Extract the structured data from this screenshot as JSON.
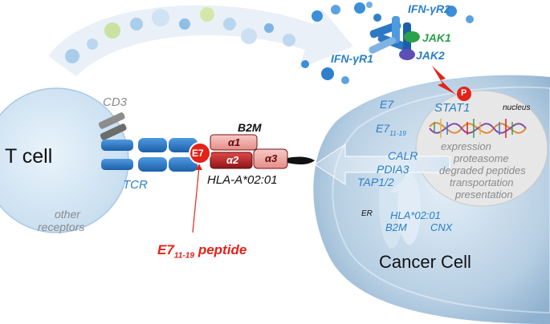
{
  "colors": {
    "blue_text": "#2a7fc8",
    "green_text": "#2aa14a",
    "red_text": "#e2231a",
    "grey_text": "#8a8a8a",
    "tcell_fill": "#d6e9f6",
    "cancer_fill": "#bcd4e6",
    "nucleus_fill": "#e5e5e5",
    "hla_red": "#c0262b",
    "tcr_blue": "#2c78c4"
  },
  "icons": [
    "dna-helix-icon",
    "lightning-bolt-icon",
    "phosphate-p-icon"
  ],
  "labels": {
    "t_cell": "T cell",
    "cd3": "CD3",
    "tcr": "TCR",
    "other_receptors_1": "other",
    "other_receptors_2": "receptors",
    "e7_badge": "E7",
    "b2m_top": "B2M",
    "alpha1": "α1",
    "alpha2": "α2",
    "alpha3": "α3",
    "hla_a": "HLA-A*02:01",
    "peptide_main": "E7",
    "peptide_sub": "11-19",
    "peptide_tail": " peptide",
    "ifn_r2": "IFN-γR2",
    "ifn_r1": "IFN-γR1",
    "jak1": "JAK1",
    "jak2": "JAK2",
    "p_badge": "P",
    "stat1": "STAT1",
    "nucleus": "nucleus",
    "e7": "E7",
    "e7_sub_main": "E7",
    "e7_sub_sub": "11-19",
    "expression": "expression",
    "proteasome": "proteasome",
    "degraded": "degraded peptides",
    "transportation": "transportation",
    "presentation": "presentation",
    "calr": "CALR",
    "pdia3": "PDIA3",
    "tap": "TAP1/2",
    "er": "ER",
    "hla_0201": "HLA*02:01",
    "b2m": "B2M",
    "cnx": "CNX",
    "cancer_cell": "Cancer Cell"
  }
}
